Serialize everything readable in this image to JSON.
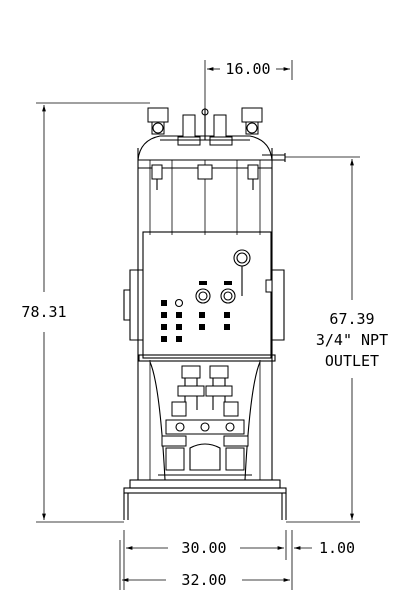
{
  "dimensions": {
    "top_width": "16.00",
    "overall_height": "78.31",
    "outlet_height": "67.39",
    "outlet_size": "3/4\" NPT",
    "outlet_label": "OUTLET",
    "base_width": "30.00",
    "base_offset": "1.00",
    "overall_width": "32.00"
  }
}
